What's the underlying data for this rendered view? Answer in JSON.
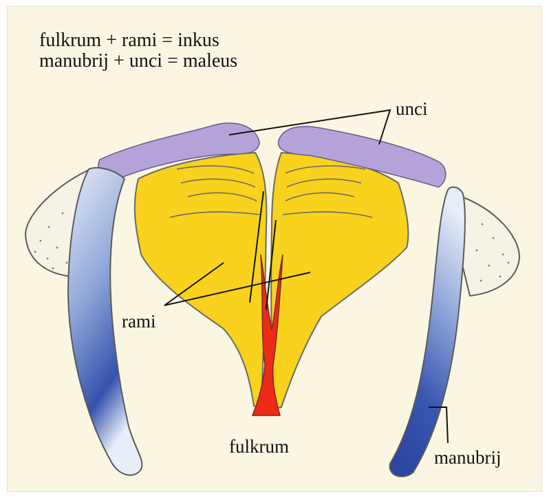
{
  "formulas": {
    "line1": "fulkrum + rami = inkus",
    "line2": "manubrij + unci = maleus"
  },
  "labels": {
    "unci": "unci",
    "rami": "rami",
    "fulkrum": "fulkrum",
    "manubrij": "manubrij"
  },
  "colors": {
    "background": "#faf6e2",
    "unci": "#b4a3d8",
    "rami": "#f8d21c",
    "fulkrum": "#ee2a18",
    "manubrij_dark": "#2e4aa6",
    "manubrij_light": "#e3ecf7",
    "wing": "#f6f3e6",
    "outline": "#5a5a5a"
  }
}
